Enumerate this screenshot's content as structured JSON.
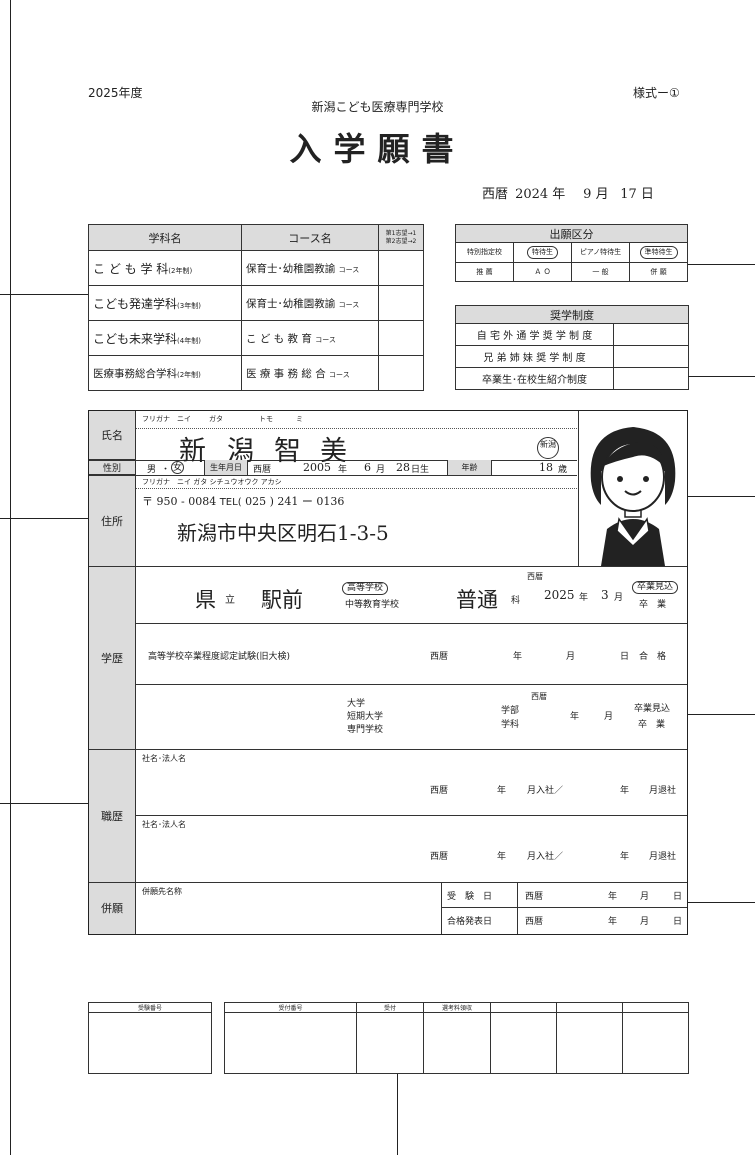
{
  "header": {
    "year": "2025年度",
    "form_no": "様式ー①",
    "school": "新潟こども医療専門学校",
    "title": "入学願書",
    "date": {
      "era": "西暦",
      "year": "2024",
      "year_u": "年",
      "month": "9",
      "month_u": "月",
      "day": "17",
      "day_u": "日"
    }
  },
  "course_table": {
    "headers": [
      "学科名",
      "コース名",
      "第1志望→1\n第2志望→2"
    ],
    "rows": [
      {
        "dept": "こ ど も 学 科",
        "dept_note": "(2年制)",
        "course": "保育士･幼稚園教諭",
        "course_suffix": "コース",
        "choice": ""
      },
      {
        "dept": "こども発達学科",
        "dept_note": "(3年制)",
        "course": "保育士･幼稚園教諭",
        "course_suffix": "コース",
        "choice": ""
      },
      {
        "dept": "こども未来学科",
        "dept_note": "(4年制)",
        "course": "こ ど も 教 育",
        "course_suffix": "コース",
        "choice": ""
      },
      {
        "dept": "医療事務総合学科",
        "dept_note": "(2年制)",
        "course": "医 療 事 務 総 合",
        "course_suffix": "コース",
        "choice": ""
      }
    ]
  },
  "application_type": {
    "title": "出願区分",
    "row1": [
      "特別指定校",
      "特待生",
      "ピアノ特待生",
      "準特待生"
    ],
    "row2": [
      "推 薦",
      "Ａ Ｏ",
      "一 般",
      "併 願"
    ]
  },
  "scholarship": {
    "title": "奨学制度",
    "rows": [
      "自 宅 外 通 学 奨 学 制 度",
      "兄 弟 姉 妹 奨 学 制 度",
      "卒業生･在校生紹介制度"
    ]
  },
  "applicant": {
    "label_name": "氏名",
    "furigana_label": "フリガナ",
    "furigana": [
      "ニイ",
      "ガタ",
      "トモ",
      "ミ"
    ],
    "name": [
      "新",
      "潟",
      "智",
      "美"
    ],
    "seal": "新潟",
    "label_sex": "性別",
    "male": "男",
    "dot": "・",
    "female": "女",
    "label_dob": "生年月日",
    "dob_era": "西暦",
    "dob_year": "2005",
    "dob_year_u": "年",
    "dob_month": "6",
    "dob_month_u": "月",
    "dob_day": "28",
    "dob_day_u": "日生",
    "label_age": "年齢",
    "age": "18",
    "age_u": "歳",
    "label_address": "住所",
    "address_furigana": "ニイ ガタ シチュウオウク アカシ",
    "postal_mark": "〒",
    "postal": "950 - 0084",
    "tel_label": "TEL(",
    "tel_area": "025",
    "tel_close": ")",
    "tel_mid": "241",
    "tel_dash": "ー",
    "tel_last": "0136",
    "address": "新潟市中央区明石1-3-5"
  },
  "education": {
    "label": "学歴",
    "pref_suffix": "県",
    "public": "立",
    "school_name": "駅前",
    "school_type_a": "高等学校",
    "school_type_b": "中等教育学校",
    "course": "普通",
    "course_suffix": "科",
    "grad_era": "西暦",
    "grad_year": "2025",
    "grad_year_u": "年",
    "grad_month": "3",
    "grad_month_u": "月",
    "grad_status_a": "卒業見込",
    "grad_status_b": "卒　業",
    "exam_label": "高等学校卒業程度認定試験(旧大検)",
    "exam_era": "西暦",
    "exam_y": "年",
    "exam_m": "月",
    "exam_d": "日",
    "exam_pass": "合　格",
    "univ_types": [
      "大学",
      "短期大学",
      "専門学校"
    ],
    "univ_fac": "学部",
    "univ_dept": "学科",
    "univ_era": "西暦",
    "univ_y": "年",
    "univ_m": "月",
    "univ_status_a": "卒業見込",
    "univ_status_b": "卒　業"
  },
  "career": {
    "label": "職歴",
    "company_label": "社名･法人名",
    "era": "西暦",
    "y": "年",
    "join": "月入社／",
    "y2": "年",
    "leave": "月退社"
  },
  "concurrent": {
    "label": "併願",
    "dest_label": "併願先名称",
    "exam_date_label": "受　験　日",
    "result_date_label": "合格発表日",
    "era": "西暦",
    "y": "年",
    "m": "月",
    "d": "日"
  },
  "office": {
    "cols": [
      "受験番号",
      "受付番号",
      "受付",
      "選考料領収",
      "",
      "",
      ""
    ]
  }
}
